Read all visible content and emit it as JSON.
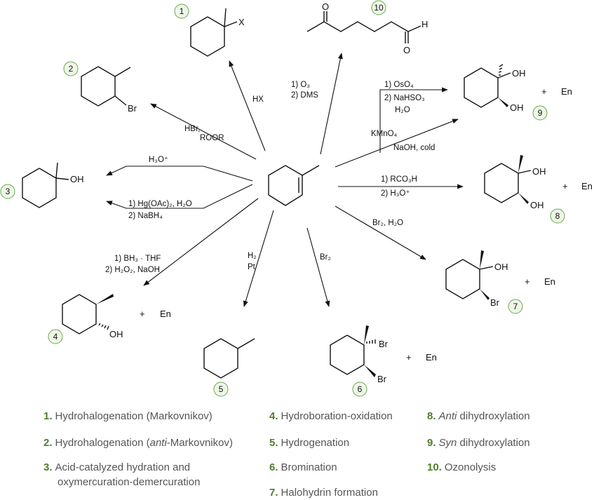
{
  "molecule_labels": {
    "x": "X",
    "br": "Br",
    "oh": "OH",
    "o": "O",
    "h": "H",
    "en": "En",
    "plus": "+"
  },
  "product_numbers": [
    "1",
    "2",
    "3",
    "4",
    "5",
    "6",
    "7",
    "8",
    "9",
    "10"
  ],
  "conditions": {
    "hx": "HX",
    "hbr_1": "HBr,",
    "hbr_2": "ROOR",
    "h3o": "H₃O⁺",
    "hg_1": "1) Hg(OAc)₂, H₂O",
    "hg_2": "2) NaBH₄",
    "bh3_1": "1) BH₃ · THF",
    "bh3_2": "2) H₂O₂, NaOH",
    "h2": "H₂",
    "pt": "Pt",
    "br2": "Br₂",
    "br2_h2o": "Br₂, H₂O",
    "rco3h_1": "1) RCO₃H",
    "rco3h_2": "2) H₃O⁺",
    "kmno4_1": "KMnO₄",
    "kmno4_2": "NaOH, cold",
    "oso4_1": "1) OsO₄",
    "oso4_2": "2) NaHSO₃",
    "oso4_3": "H₂O",
    "o3_1": "1) O₃",
    "o3_2": "2) DMS"
  },
  "legend": [
    {
      "num": "1.",
      "pre": "Hydrohalogenation (Markovnikov)",
      "italic": "",
      "post": ""
    },
    {
      "num": "2.",
      "pre": "Hydrohalogenation (",
      "italic": "anti",
      "post": "-Markovnikov)"
    },
    {
      "num": "3.",
      "pre": "Acid-catalyzed hydration and",
      "italic": "",
      "post": "",
      "line2": "oxymercuration-demercuration"
    },
    {
      "num": "4.",
      "pre": "Hydroboration-oxidation",
      "italic": "",
      "post": ""
    },
    {
      "num": "5.",
      "pre": "Hydrogenation",
      "italic": "",
      "post": ""
    },
    {
      "num": "6.",
      "pre": "Bromination",
      "italic": "",
      "post": ""
    },
    {
      "num": "7.",
      "pre": "Halohydrin formation",
      "italic": "",
      "post": ""
    },
    {
      "num": "8.",
      "pre": "",
      "italic": "Anti",
      "post": " dihydroxylation"
    },
    {
      "num": "9.",
      "pre": "",
      "italic": "Syn",
      "post": " dihydroxylation"
    },
    {
      "num": "10.",
      "pre": "Ozonolysis",
      "italic": "",
      "post": ""
    }
  ]
}
